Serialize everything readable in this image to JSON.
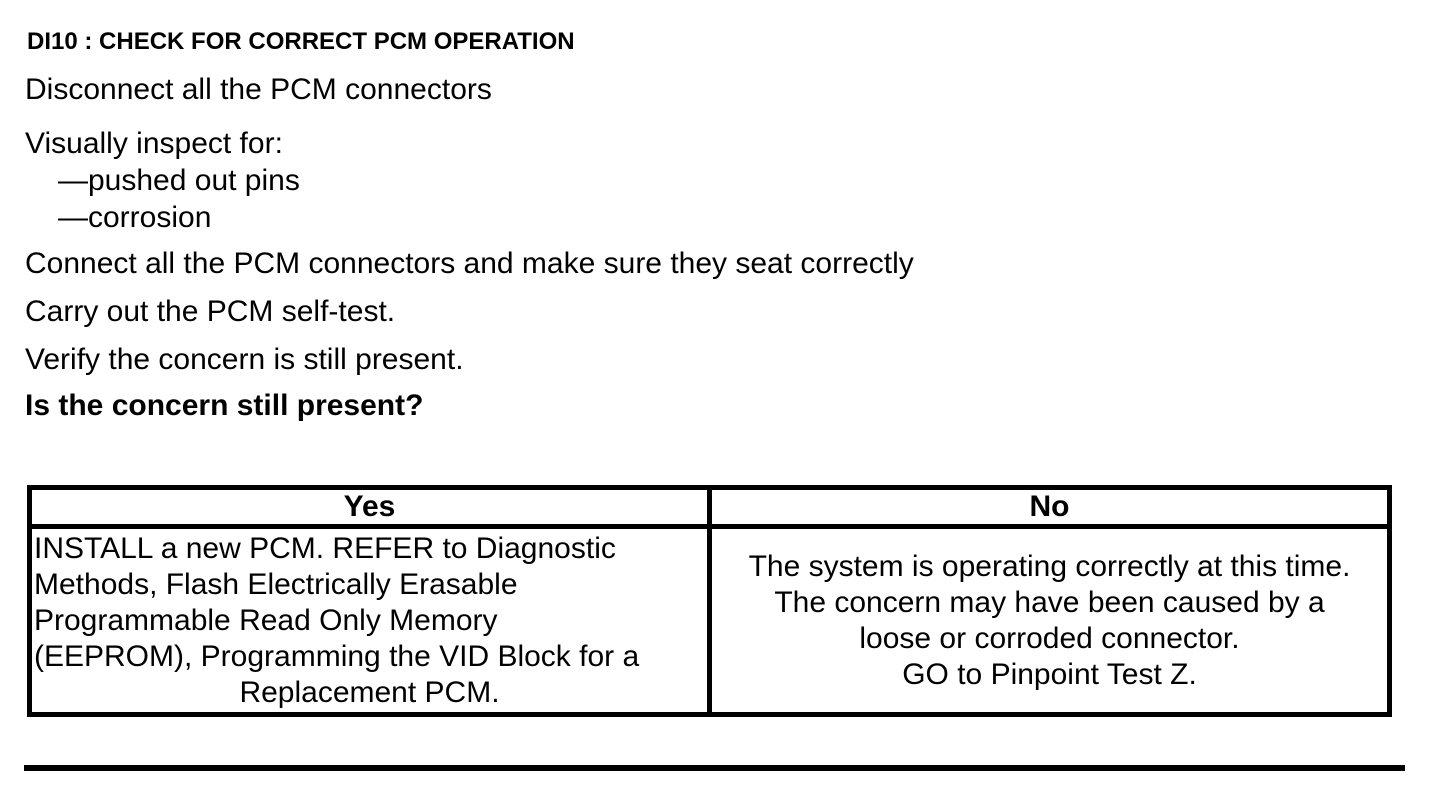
{
  "colors": {
    "text": "#000000",
    "background": "#ffffff",
    "border": "#000000"
  },
  "doc": {
    "title": "DI10 : CHECK FOR CORRECT PCM OPERATION",
    "steps": {
      "disconnect": "Disconnect all the PCM connectors",
      "inspect": "Visually inspect for:",
      "inspect_items": [
        "—pushed out pins",
        "—corrosion"
      ],
      "connect": "Connect all the PCM connectors and make sure they seat correctly",
      "self_test": "Carry out the PCM self-test.",
      "verify": "Verify the concern is still present."
    },
    "question": "Is the concern still present?"
  },
  "decision_table": {
    "yes_header": "Yes",
    "no_header": "No",
    "yes_lines": [
      "INSTALL a new PCM. REFER to Diagnostic",
      "Methods, Flash Electrically Erasable",
      "Programmable Read Only Memory",
      "(EEPROM), Programming the VID Block for a",
      "Replacement PCM."
    ],
    "no_lines": [
      "The system is operating correctly at this time.",
      "The concern may have been caused by a",
      "loose or corroded connector.",
      "GO to Pinpoint Test Z."
    ]
  }
}
